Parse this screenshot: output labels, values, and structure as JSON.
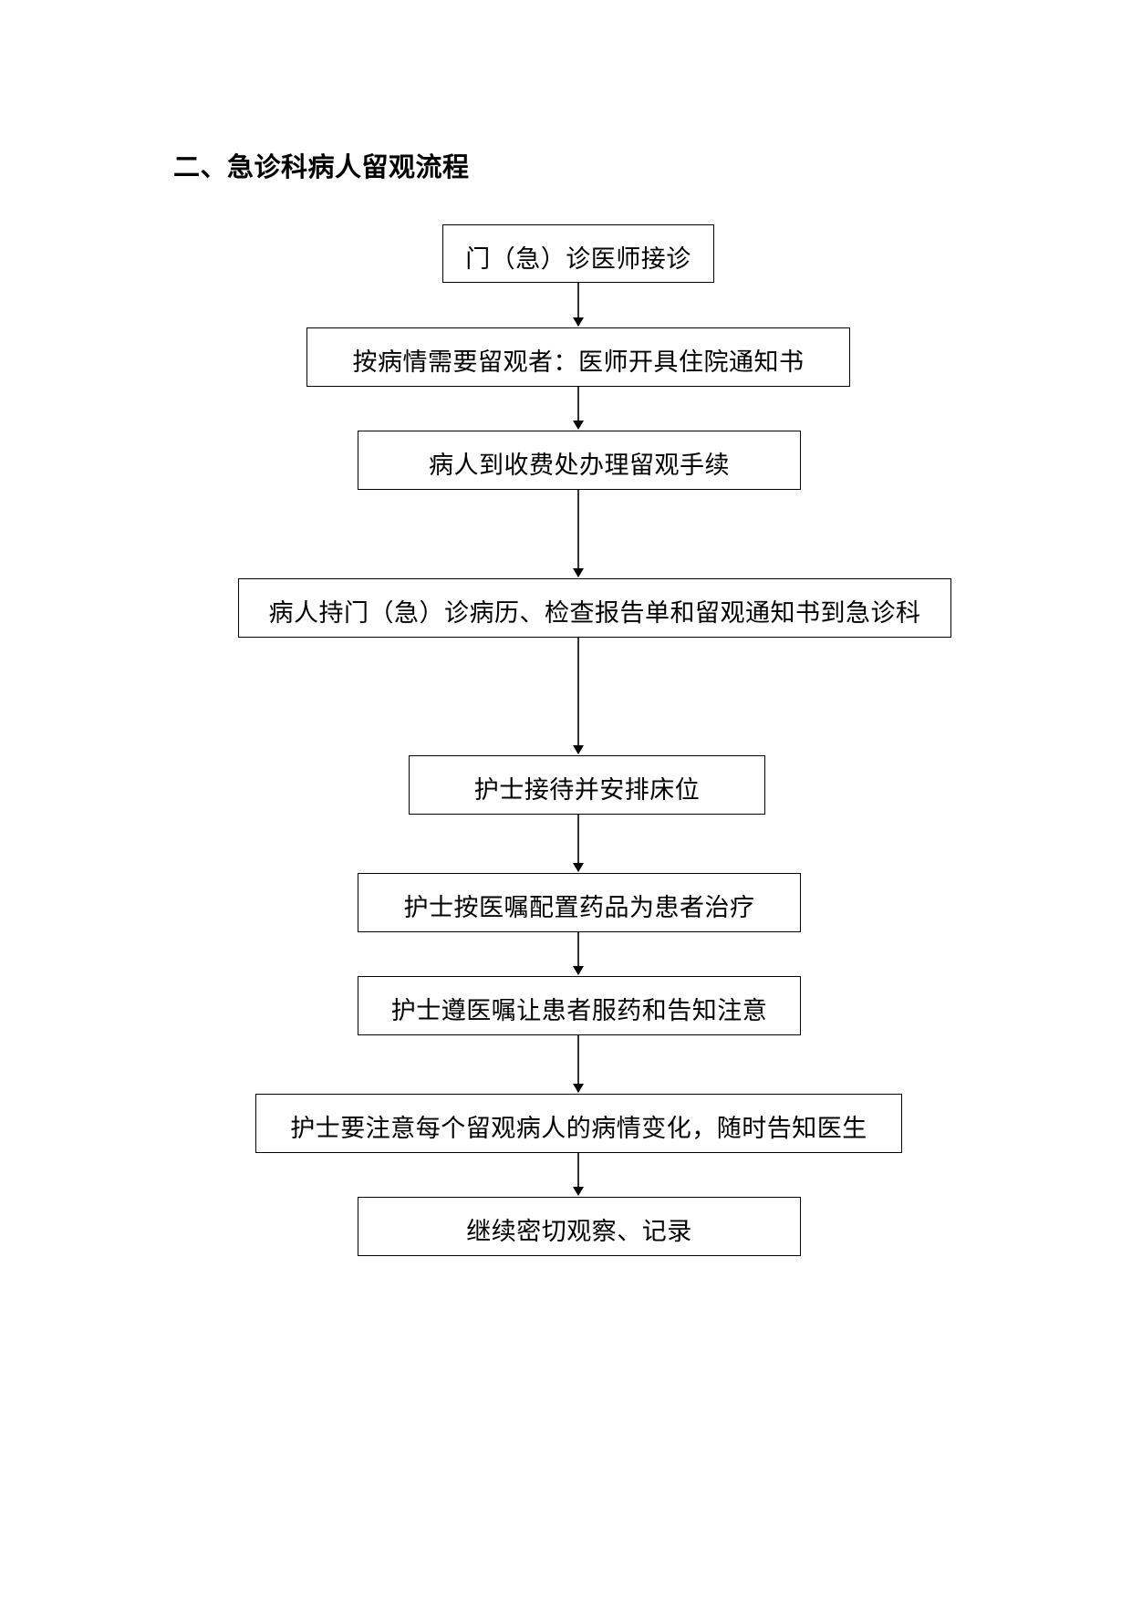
{
  "title": "二、急诊科病人留观流程",
  "steps": [
    "门（急）诊医师接诊",
    "按病情需要留观者：医师开具住院通知书",
    "病人到收费处办理留观手续",
    "病人持门（急）诊病历、检查报告单和留观通知书到急诊科",
    "护士接待并安排床位",
    "护士按医嘱配置药品为患者治疗",
    "护士遵医嘱让患者服药和告知注意",
    "护士要注意每个留观病人的病情变化，随时告知医生",
    "继续密切观察、记录"
  ]
}
